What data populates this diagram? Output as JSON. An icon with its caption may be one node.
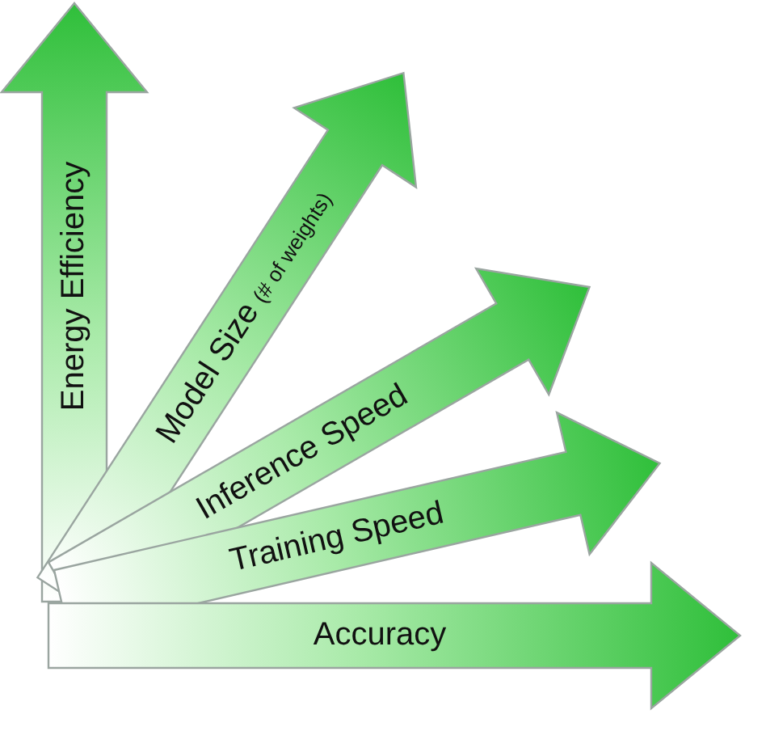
{
  "diagram": {
    "nodes": [
      {
        "text": [
          "Energy Efficiency"
        ]
      },
      {
        "text": [
          "Model Size",
          "(# of weights)"
        ]
      },
      {
        "text": [
          "Inference Speed"
        ]
      },
      {
        "text": [
          "Training Speed"
        ]
      },
      {
        "text": [
          "Accuracy"
        ]
      }
    ]
  }
}
